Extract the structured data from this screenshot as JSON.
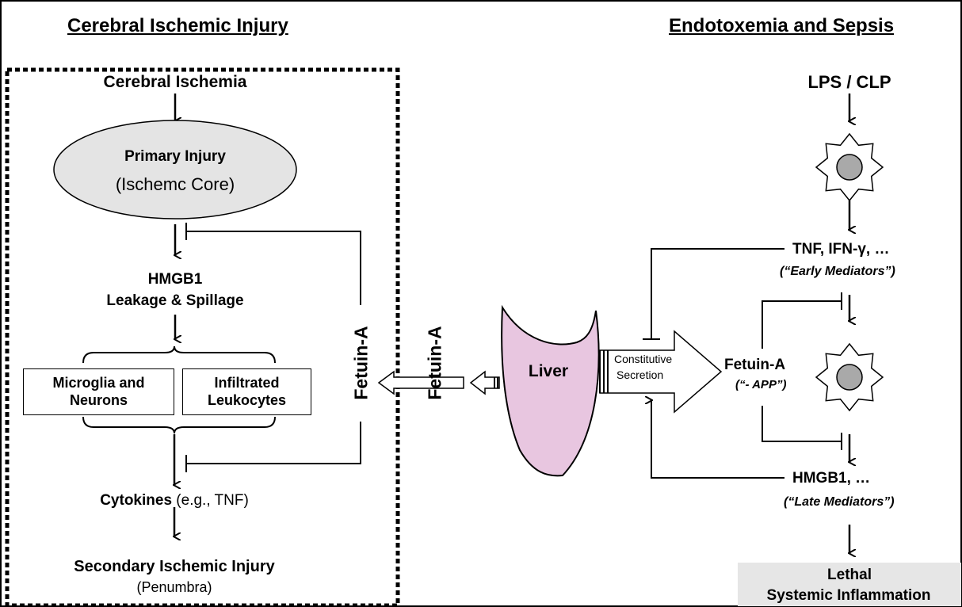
{
  "left": {
    "header": "Cerebral Ischemic Injury",
    "cerebral_ischemia": "Cerebral Ischemia",
    "primary_injury": "Primary Injury",
    "ischemic_core": "(Ischemc Core)",
    "hmgb1": "HMGB1",
    "leakage": "Leakage & Spillage",
    "box1_line1": "Microglia and",
    "box1_line2": "Neurons",
    "box2_line1": "Infiltrated",
    "box2_line2": "Leukocytes",
    "cytokines": "Cytokines",
    "cytokines_eg": " (e.g., TNF)",
    "secondary": "Secondary Ischemic Injury",
    "penumbra": "(Penumbra)",
    "fetuin_inner": "Fetuin-A"
  },
  "center": {
    "fetuin_outer": "Fetuin-A",
    "liver": "Liver",
    "constitutive": "Constitutive",
    "secretion": "Secretion",
    "liver_color": "#e8c6e0"
  },
  "right": {
    "header": "Endotoxemia and Sepsis",
    "lps": "LPS / CLP",
    "tnf": "TNF, IFN-γ, …",
    "early": "(“Early Mediators”)",
    "fetuin": "Fetuin-A",
    "app": "(“- APP”)",
    "hmgb1": "HMGB1, …",
    "late": "(“Late Mediators”)",
    "lethal_line1": "Lethal",
    "lethal_line2": "Systemic Inflammation",
    "lethal_bg": "#e6e6e6"
  }
}
